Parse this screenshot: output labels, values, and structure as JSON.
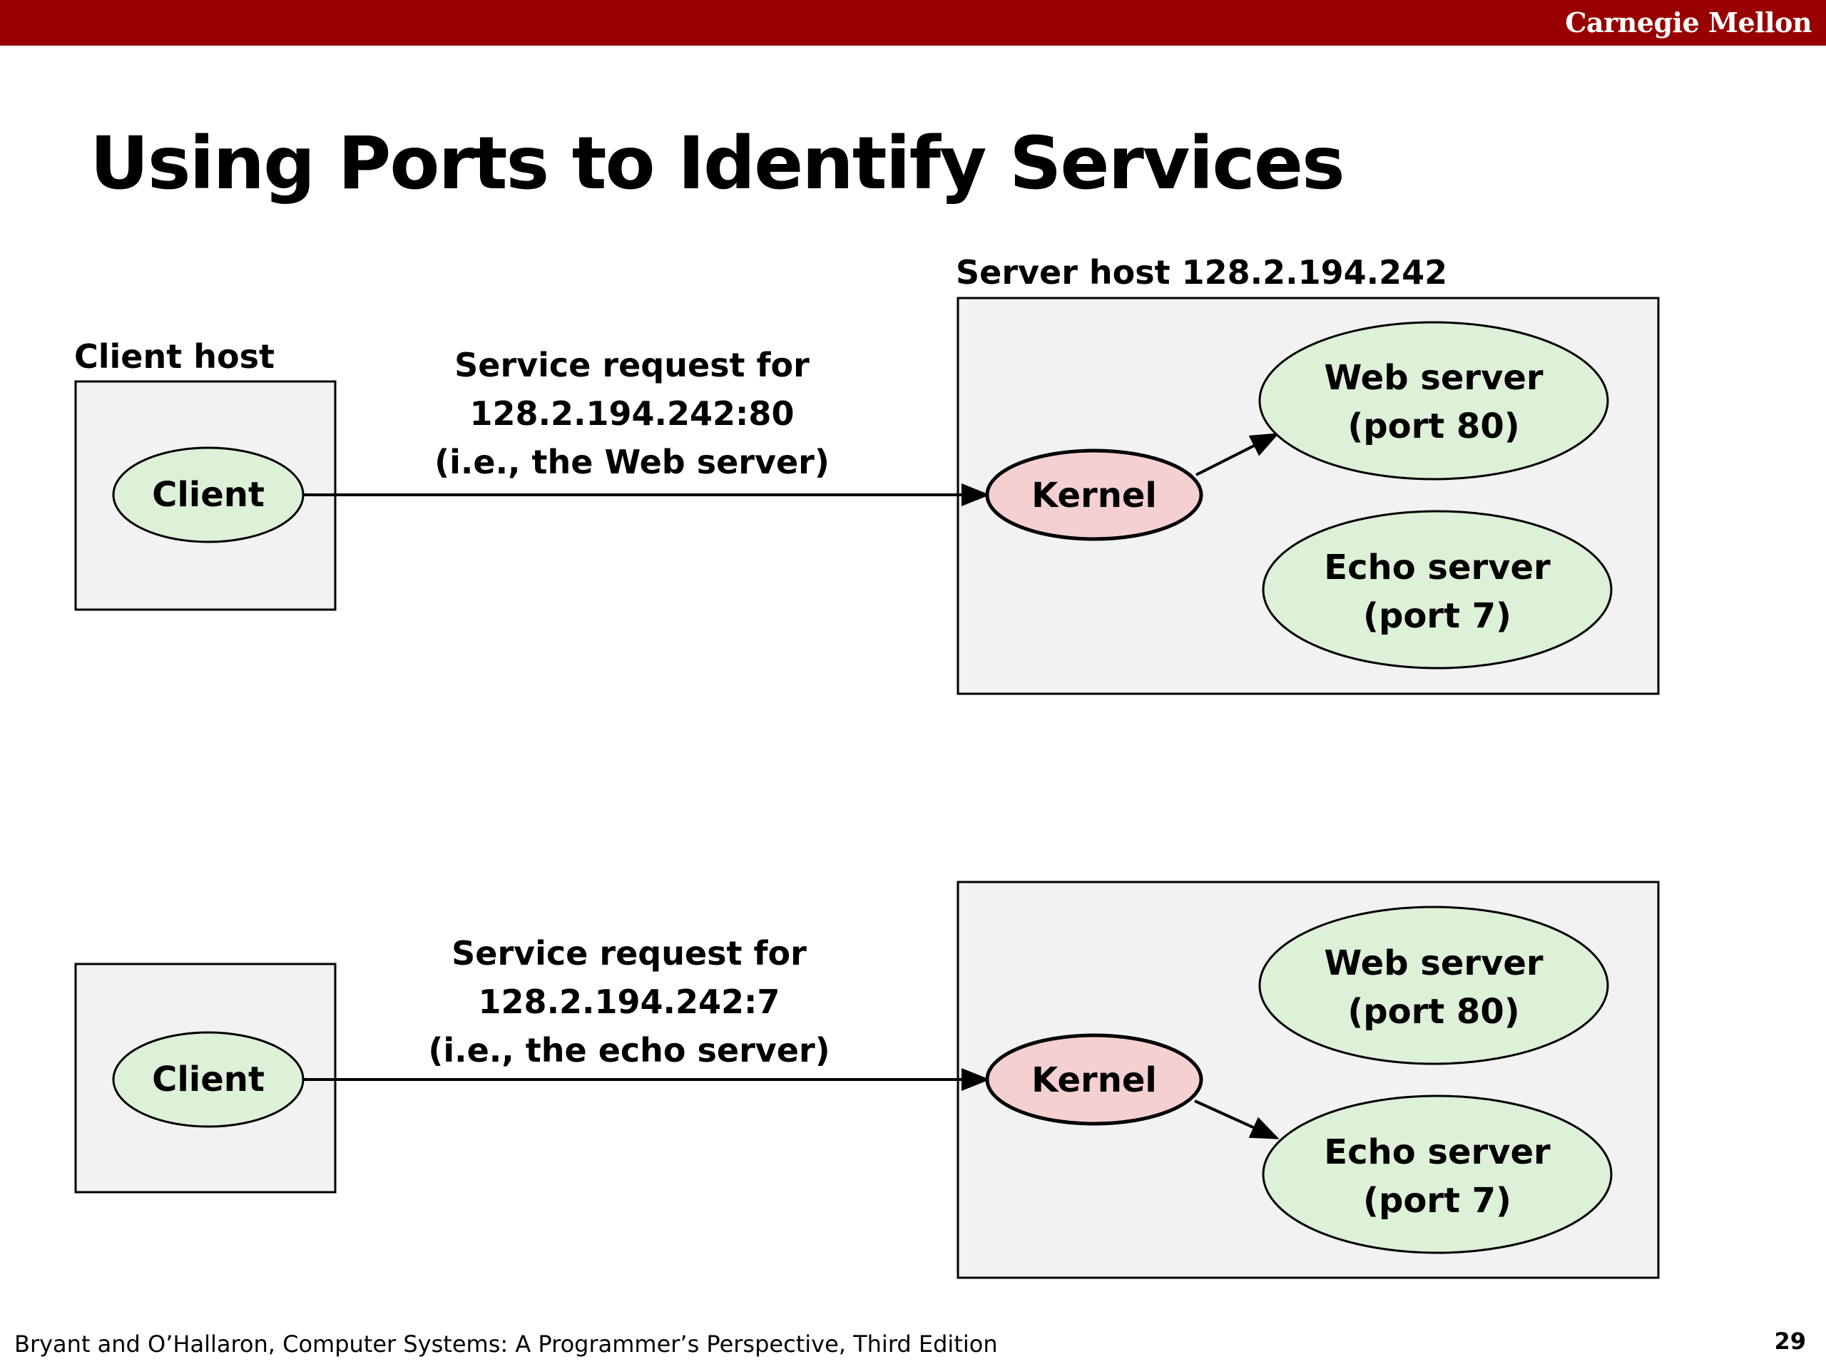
{
  "header": {
    "brand": "Carnegie Mellon",
    "color": "#990000"
  },
  "slide": {
    "title": "Using Ports to Identify Services"
  },
  "diagram": {
    "client_host_label": "Client host",
    "server_host_label": "Server host 128.2.194.242",
    "top": {
      "client": "Client",
      "request_lines": [
        "Service request for",
        "128.2.194.242:80",
        "(i.e., the Web server)"
      ],
      "kernel": "Kernel",
      "web_server": [
        "Web server",
        "(port 80)"
      ],
      "echo_server": [
        "Echo server",
        "(port 7)"
      ]
    },
    "bottom": {
      "client": "Client",
      "request_lines": [
        "Service request for",
        "128.2.194.242:7",
        "(i.e., the echo server)"
      ],
      "kernel": "Kernel",
      "web_server": [
        "Web server",
        "(port 80)"
      ],
      "echo_server": [
        "Echo server",
        "(port 7)"
      ]
    },
    "colors": {
      "host_box_fill": "#f2f2f2",
      "server_fill": "#ddf0d8",
      "kernel_fill": "#f4d0d0"
    }
  },
  "footer": {
    "citation": "Bryant and O’Hallaron, Computer Systems: A Programmer’s Perspective, Third Edition",
    "page_number": "29"
  }
}
